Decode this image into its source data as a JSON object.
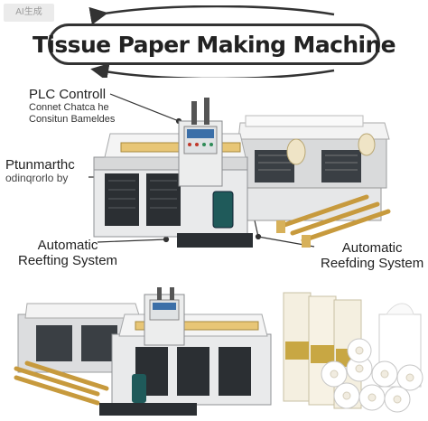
{
  "corner_mark": "AI生成",
  "title": "Tissue Paper Making Machine",
  "callouts": {
    "plc": {
      "main": "PLC Controll",
      "line1": "Connet Chatca he",
      "line2": "Consitun Bameldes"
    },
    "pneumatic": {
      "main": "Ptunmarthc",
      "sub": "odinqrorlo by"
    },
    "auto_left": {
      "line1": "Automatic",
      "line2": "Reefting System"
    },
    "auto_right": {
      "line1": "Automatic",
      "line2": "Reefding System"
    }
  },
  "panel_colors": {
    "accent": "#e8c676",
    "teal": "#1f5a5a",
    "panel": "#e8e9ea",
    "dark": "#2b2f33"
  }
}
